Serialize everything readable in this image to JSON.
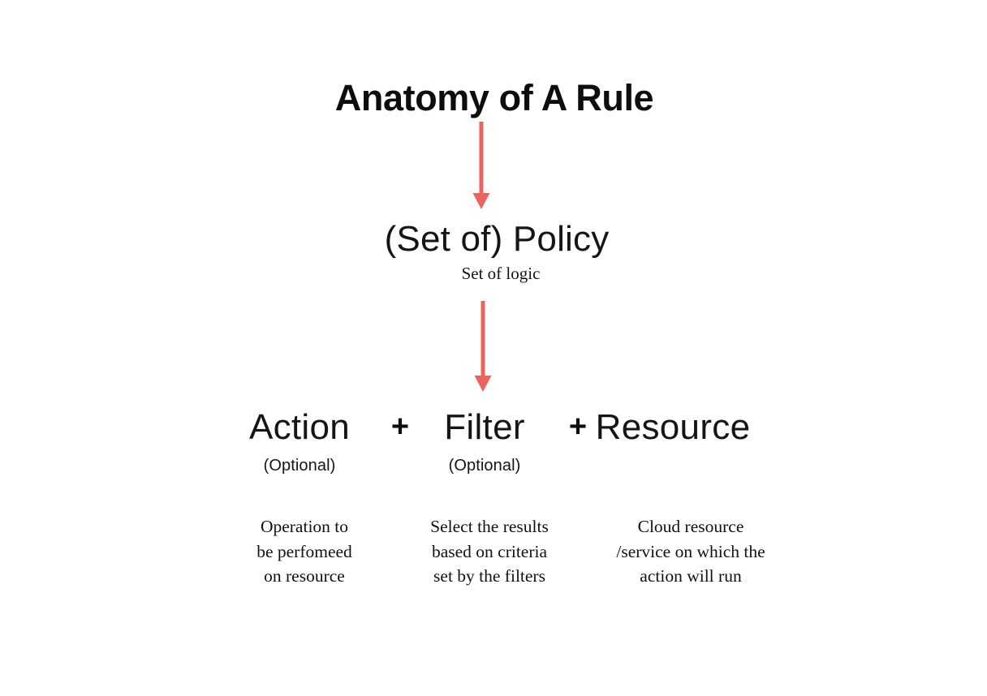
{
  "page": {
    "background": "#ffffff",
    "accent_color": "#e8645c",
    "text_color": "#111111"
  },
  "title": "Anatomy of A Rule",
  "policy": {
    "label": "(Set of) Policy",
    "subtitle": "Set of logic"
  },
  "arrows": [
    {
      "name": "arrow-title-to-policy",
      "color": "#e8645c",
      "direction": "down"
    },
    {
      "name": "arrow-policy-to-components",
      "color": "#e8645c",
      "direction": "down"
    }
  ],
  "formula": {
    "operator": "+",
    "terms": [
      {
        "label": "Action",
        "optional_tag": "(Optional)",
        "description_lines": [
          "Operation to",
          "be perfomeed",
          "on resource"
        ]
      },
      {
        "label": "Filter",
        "optional_tag": "(Optional)",
        "description_lines": [
          "Select the results",
          "based on criteria",
          "set by the filters"
        ]
      },
      {
        "label": "Resource",
        "optional_tag": "",
        "description_lines": [
          "Cloud resource",
          "/service on which the",
          "action will run"
        ]
      }
    ]
  }
}
